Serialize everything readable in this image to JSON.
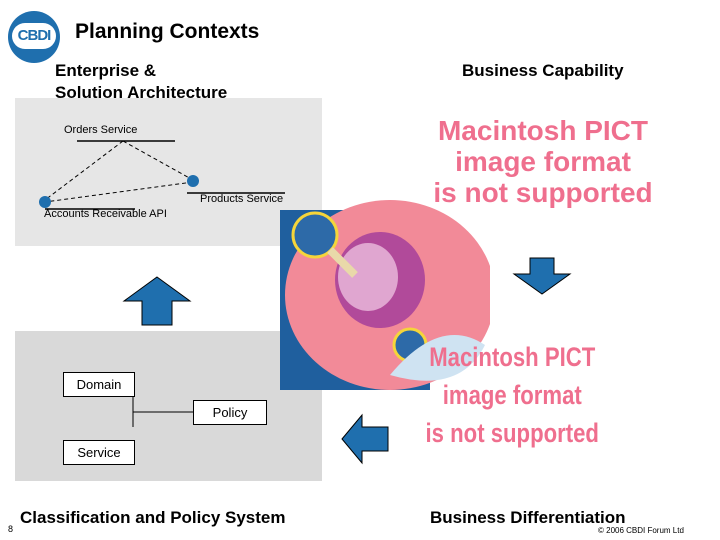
{
  "logo": {
    "text": "CBDI"
  },
  "slide": {
    "title": "Planning Contexts",
    "enterprise_label_line1": "Enterprise &",
    "enterprise_label_line2": "Solution Architecture",
    "capability_label": "Business Capability",
    "classification_label": "Classification and Policy System",
    "differentiation_label": "Business Differentiation",
    "page_number": "8",
    "copyright": "© 2006 CBDI Forum Ltd"
  },
  "top_diagram": {
    "orders": "Orders Service",
    "products": "Products Service",
    "accounts": "Accounts Receivable API"
  },
  "bottom_diagram": {
    "domain": "Domain",
    "policy": "Policy",
    "service": "Service"
  },
  "placeholder_top": {
    "line1": "Macintosh PICT",
    "line2": "image format",
    "line3": "is not supported"
  },
  "placeholder_bottom": {
    "line1": "Macintosh PICT",
    "line2": "image format",
    "line3": "is not supported"
  },
  "colors": {
    "accent_blue": "#1f6fae",
    "arrow_blue": "#1f6fae",
    "pict_pink": "#ef6f8e"
  }
}
